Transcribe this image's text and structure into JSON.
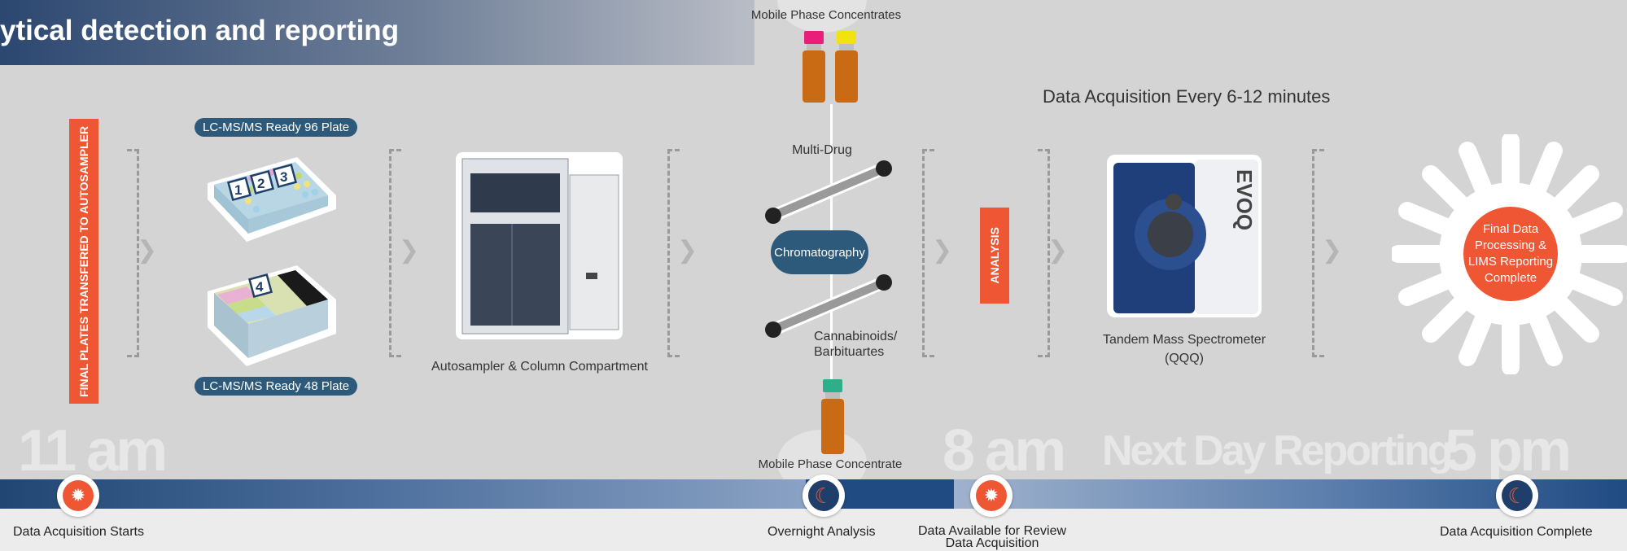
{
  "header": {
    "title": "ytical detection and reporting"
  },
  "vertical_label": "FINAL PLATES TRANSFERED TO AUTOSAMPLER",
  "plates": {
    "top_label": "LC-MS/MS Ready 96 Plate",
    "bottom_label": "LC-MS/MS Ready 48 Plate",
    "numbers": [
      "1",
      "2",
      "3",
      "4"
    ]
  },
  "autosampler": {
    "caption": "Autosampler & Column Compartment"
  },
  "chromatography": {
    "top_reservoir": "Mobile Phase Concentrates",
    "bottom_reservoir": "Mobile Phase Concentrate",
    "column_top": "Multi-Drug",
    "column_bottom": "Cannabinoids/\nBarbituartes",
    "center_label": "Chromatography"
  },
  "analysis_label": "ANALYSIS",
  "acquisition_heading": "Data Acquisition Every 6-12 minutes",
  "ms": {
    "caption": "Tandem Mass Spectrometer\n(QQQ)",
    "brand": "EVOQ"
  },
  "final": {
    "text": "Final Data Processing & LIMS Reporting Complete"
  },
  "timeline": {
    "times": [
      "11 am",
      "8 am",
      "Next Day Reporting",
      "5 pm"
    ],
    "labels": [
      "Data Acquisition Starts",
      "Overnight Analysis",
      "Data Available for Review\nData Acquisition",
      "Data Acquisition Complete"
    ]
  },
  "colors": {
    "accent_orange": "#ef5633",
    "navy": "#1f3f6a",
    "pill": "#2d5a7b"
  },
  "icons": [
    "sun-icon",
    "moon-icon",
    "sun-icon",
    "moon-icon"
  ]
}
